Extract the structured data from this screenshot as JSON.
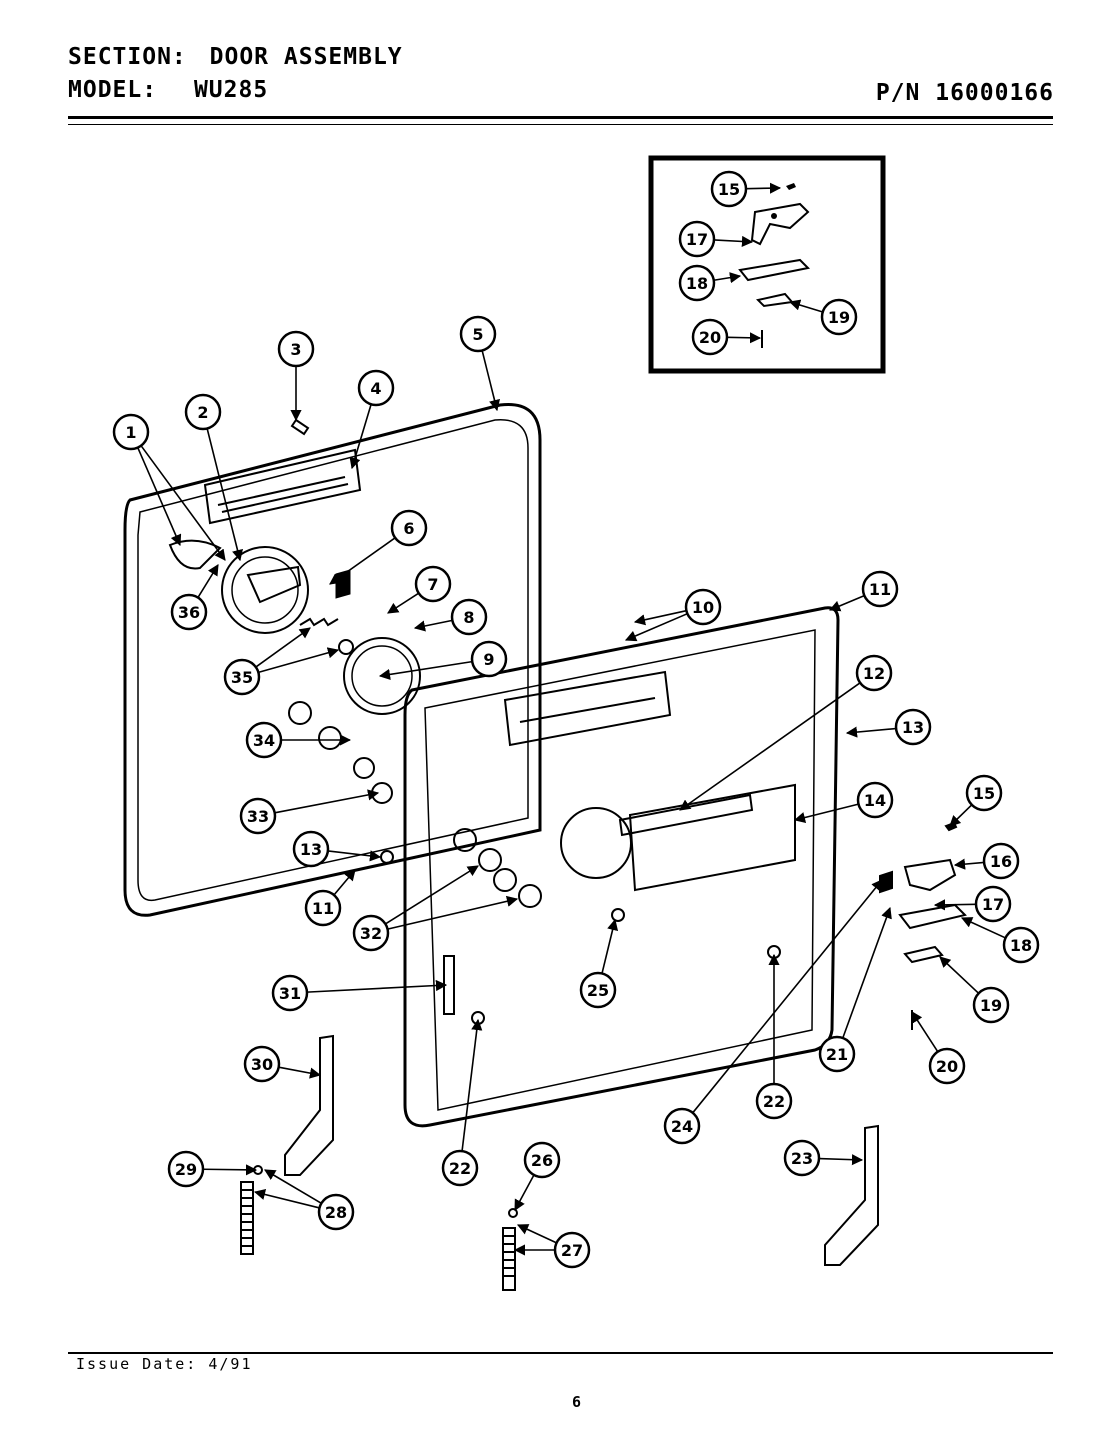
{
  "header": {
    "section_label": "SECTION:",
    "section_value": "DOOR ASSEMBLY",
    "model_label": "MODEL:",
    "model_value": "WU285",
    "part_number": "P/N 16000166"
  },
  "footer": {
    "issue_date": "Issue Date: 4/91",
    "page_number": "6"
  },
  "callouts": [
    "1",
    "2",
    "3",
    "4",
    "5",
    "6",
    "7",
    "8",
    "9",
    "10",
    "11",
    "11",
    "12",
    "13",
    "13",
    "14",
    "15",
    "15",
    "16",
    "17",
    "17",
    "18",
    "18",
    "19",
    "19",
    "20",
    "20",
    "21",
    "22",
    "22",
    "23",
    "24",
    "25",
    "26",
    "27",
    "28",
    "29",
    "30",
    "31",
    "32",
    "33",
    "34",
    "35",
    "36"
  ]
}
